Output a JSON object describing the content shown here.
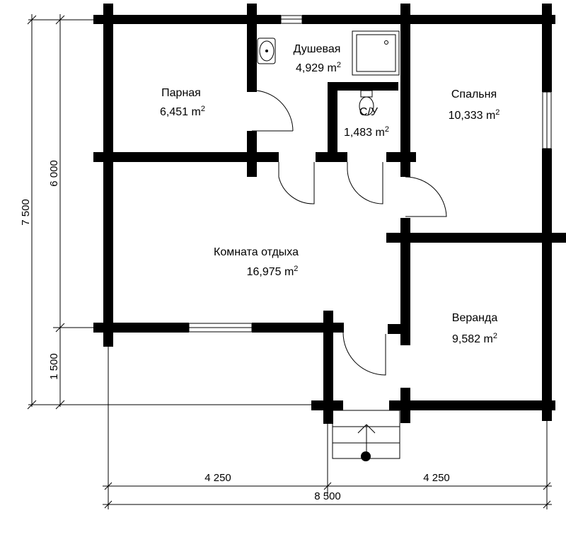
{
  "rooms": {
    "parnaya": {
      "name": "Парная",
      "area": "6,451 m",
      "sup": "2"
    },
    "dushevaya": {
      "name": "Душевая",
      "area": "4,929 m",
      "sup": "2"
    },
    "su": {
      "name": "С/У",
      "area": "1,483 m",
      "sup": "2"
    },
    "spalnya": {
      "name": "Спальня",
      "area": "10,333 m",
      "sup": "2"
    },
    "komnata": {
      "name": "Комната отдыха",
      "area": "16,975 m",
      "sup": "2"
    },
    "veranda": {
      "name": "Веранда",
      "area": "9,582 m",
      "sup": "2"
    }
  },
  "dimensions": {
    "left_total": "7 500",
    "left_main": "6 000",
    "left_porch": "1 500",
    "bottom_left": "4 250",
    "bottom_right": "4 250",
    "bottom_total": "8 500"
  }
}
